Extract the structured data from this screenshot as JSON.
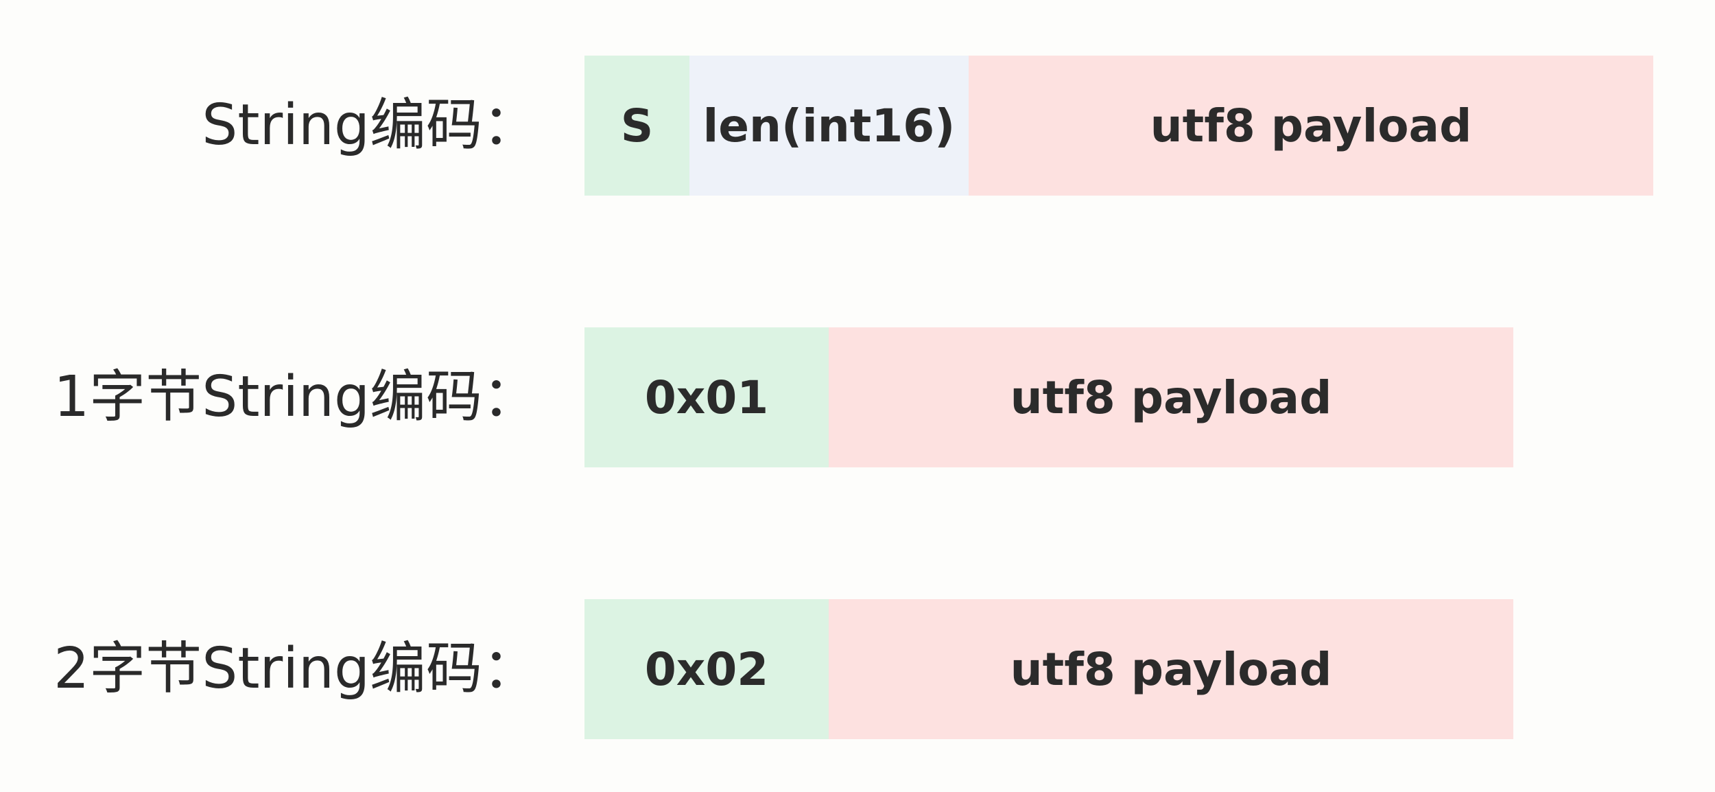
{
  "rows": [
    {
      "label": "String编码：",
      "segments": [
        "S",
        "len(int16)",
        "utf8 payload"
      ]
    },
    {
      "label": "1字节String编码：",
      "segments": [
        "0x01",
        "utf8 payload"
      ]
    },
    {
      "label": "2字节String编码：",
      "segments": [
        "0x02",
        "utf8 payload"
      ]
    }
  ],
  "colors": {
    "background": "#fdfdfb",
    "type_segment": "#dcf3e3",
    "length_segment": "#eef2f9",
    "payload_segment": "#fde1e0",
    "text": "#2b2b2b"
  }
}
